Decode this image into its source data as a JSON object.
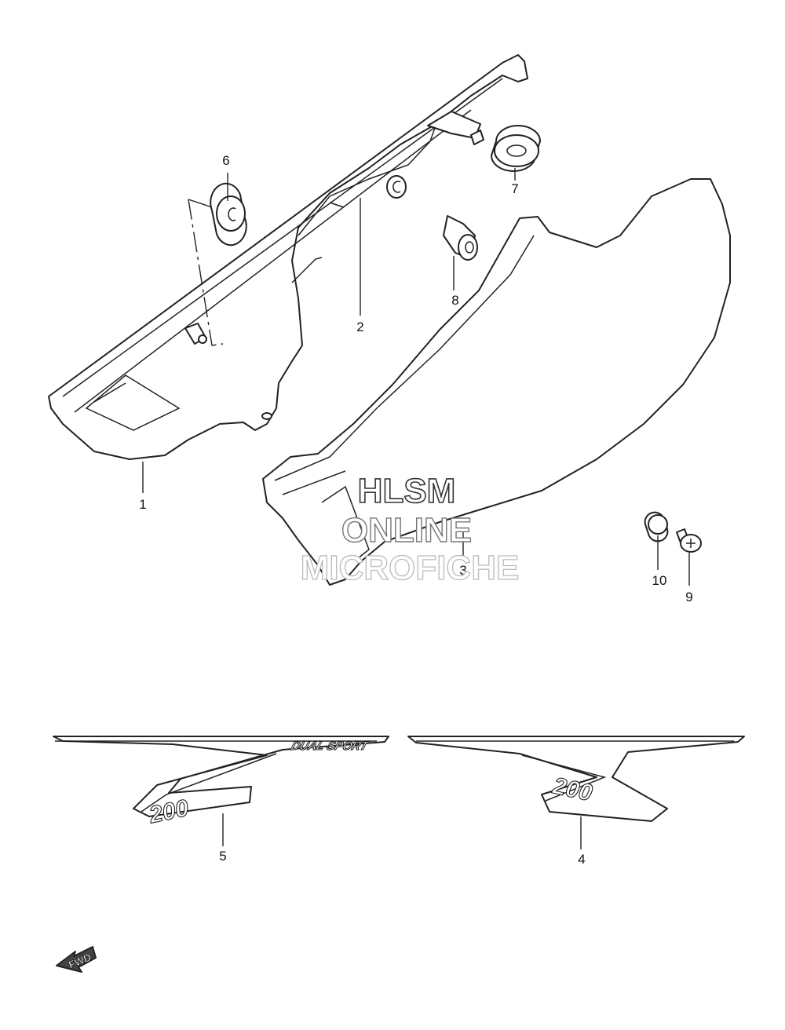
{
  "watermark": {
    "line1": "HLSM",
    "line2": "ONLINE",
    "line3": "MICROFICHE"
  },
  "callouts": [
    "1",
    "2",
    "3",
    "4",
    "5",
    "6",
    "7",
    "8",
    "9",
    "10"
  ],
  "decals": {
    "brand": "DUAL SPORT",
    "model": "200"
  },
  "direction_marker": "FWD"
}
